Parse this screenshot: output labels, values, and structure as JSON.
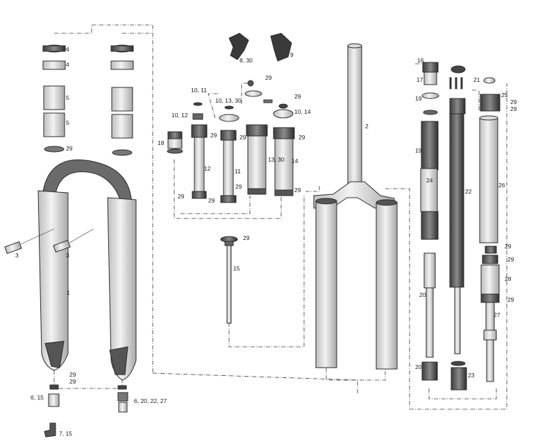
{
  "labels": {
    "l4a": "4",
    "l4b": "4",
    "l5a": "5",
    "l5b": "5",
    "l29a": "29",
    "l3a": "3",
    "l3b": "3",
    "l1": "1",
    "l29b": "29",
    "l29c": "29",
    "l615": "6, 15",
    "l715": "7, 15",
    "l6202227": "6, 20, 22, 27",
    "l830": "8, 30",
    "l9": "9",
    "l1011a": "10, 11",
    "l1012": "10, 12",
    "l101330": "10, 13, 30",
    "l29d": "29",
    "l29e": "29",
    "l1014": "10, 14",
    "l18": "18",
    "l29f": "29",
    "l29g": "29",
    "l29h": "29",
    "l12": "12",
    "l11": "11",
    "l1330": "13, 30",
    "l14": "14",
    "l29i": "29",
    "l29j": "29",
    "l29k": "29",
    "l29l": "29",
    "l29m": "29",
    "l15": "15",
    "l2": "2",
    "l16": "16",
    "l17": "17",
    "l21": "21",
    "l25": "25",
    "l19a": "19",
    "l19b": "19",
    "l29n": "29",
    "l29o": "29",
    "l24": "24",
    "l22": "22",
    "l26": "26",
    "l29p": "29",
    "l29q": "29",
    "l28": "28",
    "l29r": "29",
    "l20a": "20",
    "l27": "27",
    "l20b": "20",
    "l23": "23"
  }
}
